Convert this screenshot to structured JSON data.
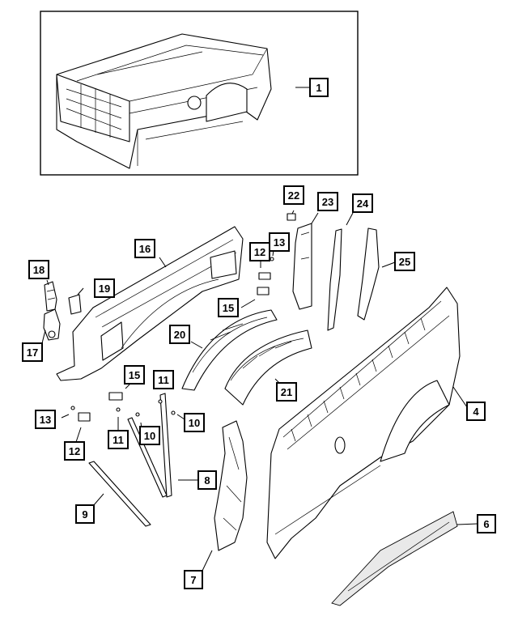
{
  "callouts": [
    {
      "id": "c1",
      "label": "1"
    },
    {
      "id": "c4",
      "label": "4"
    },
    {
      "id": "c6",
      "label": "6"
    },
    {
      "id": "c7",
      "label": "7"
    },
    {
      "id": "c8",
      "label": "8"
    },
    {
      "id": "c9",
      "label": "9"
    },
    {
      "id": "c10a",
      "label": "10"
    },
    {
      "id": "c10b",
      "label": "10"
    },
    {
      "id": "c11a",
      "label": "11"
    },
    {
      "id": "c11b",
      "label": "11"
    },
    {
      "id": "c12a",
      "label": "12"
    },
    {
      "id": "c12b",
      "label": "12"
    },
    {
      "id": "c13a",
      "label": "13"
    },
    {
      "id": "c13b",
      "label": "13"
    },
    {
      "id": "c15a",
      "label": "15"
    },
    {
      "id": "c15b",
      "label": "15"
    },
    {
      "id": "c16",
      "label": "16"
    },
    {
      "id": "c17",
      "label": "17"
    },
    {
      "id": "c18",
      "label": "18"
    },
    {
      "id": "c19",
      "label": "19"
    },
    {
      "id": "c20",
      "label": "20"
    },
    {
      "id": "c21",
      "label": "21"
    },
    {
      "id": "c22",
      "label": "22"
    },
    {
      "id": "c23",
      "label": "23"
    },
    {
      "id": "c24",
      "label": "24"
    },
    {
      "id": "c25",
      "label": "25"
    }
  ],
  "colors": {
    "line": "#000000",
    "background": "#ffffff",
    "shade": "#e9e9e9"
  }
}
